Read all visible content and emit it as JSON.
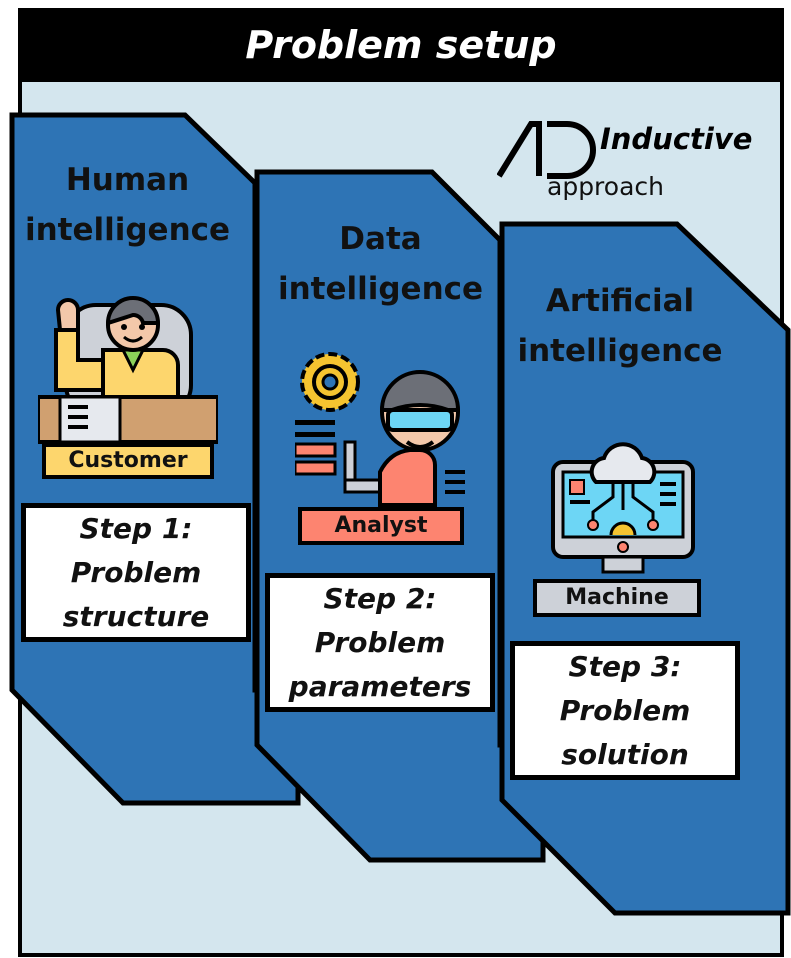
{
  "header": {
    "title": "Problem setup"
  },
  "logo": {
    "mark": "AD",
    "title": "Inductive",
    "subtitle": "approach"
  },
  "colors": {
    "background": "#d4e6ee",
    "panel": "#2e74b5",
    "title_bar": "#000000",
    "customer_tag": "#fdd66d",
    "analyst_tag": "#fd8470",
    "machine_tag": "#cdd1d8"
  },
  "panels": [
    {
      "title_line1": "Human",
      "title_line2": "intelligence",
      "icon": "customer-at-desk-icon",
      "tag": "Customer",
      "step_label": "Step 1:",
      "step_line2": "Problem",
      "step_line3": "structure"
    },
    {
      "title_line1": "Data",
      "title_line2": "intelligence",
      "icon": "analyst-with-laptop-icon",
      "tag": "Analyst",
      "step_label": "Step 2:",
      "step_line2": "Problem",
      "step_line3": "parameters"
    },
    {
      "title_line1": "Artificial",
      "title_line2": "intelligence",
      "icon": "cloud-computer-icon",
      "tag": "Machine",
      "step_label": "Step 3:",
      "step_line2": "Problem",
      "step_line3": "solution"
    }
  ]
}
